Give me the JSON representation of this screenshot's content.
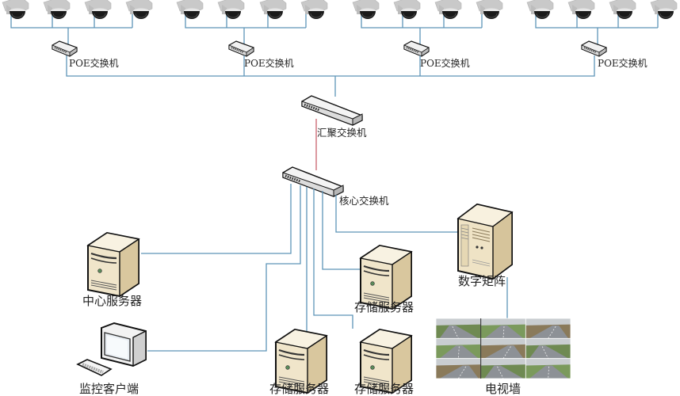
{
  "diagram": {
    "title": "",
    "colors": {
      "link": "#5d94b8",
      "trunk_link": "#c9606c",
      "device_body": "#efe4c9",
      "device_outline": "#111111"
    },
    "camera_groups": [
      {
        "cameras": 4,
        "switch_label": "POE交换机",
        "icon": "dome-camera-icon"
      },
      {
        "cameras": 4,
        "switch_label": "POE交换机",
        "icon": "dome-camera-icon"
      },
      {
        "cameras": 4,
        "switch_label": "POE交换机",
        "icon": "dome-camera-icon"
      },
      {
        "cameras": 4,
        "switch_label": "POE交换机",
        "icon": "dome-camera-icon"
      }
    ],
    "aggregation_switch": {
      "label": "汇聚交换机",
      "icon": "network-switch-icon"
    },
    "core_switch": {
      "label": "核心交换机",
      "icon": "network-switch-icon"
    },
    "devices": {
      "center_server": {
        "label": "中心服务器",
        "icon": "server-tower-icon"
      },
      "monitor_client": {
        "label": "监控客户端",
        "icon": "desktop-computer-icon"
      },
      "storage_servers": [
        {
          "label": "存储服务器",
          "icon": "server-tower-icon"
        },
        {
          "label": "存储服务器",
          "icon": "server-tower-icon"
        },
        {
          "label": "存储服务器",
          "icon": "server-tower-icon"
        }
      ],
      "digital_matrix": {
        "label": "数字矩阵",
        "icon": "matrix-cabinet-icon"
      },
      "video_wall": {
        "label": "电视墙",
        "icon": "video-wall-icon",
        "rows": 3,
        "cols": 3
      }
    }
  }
}
